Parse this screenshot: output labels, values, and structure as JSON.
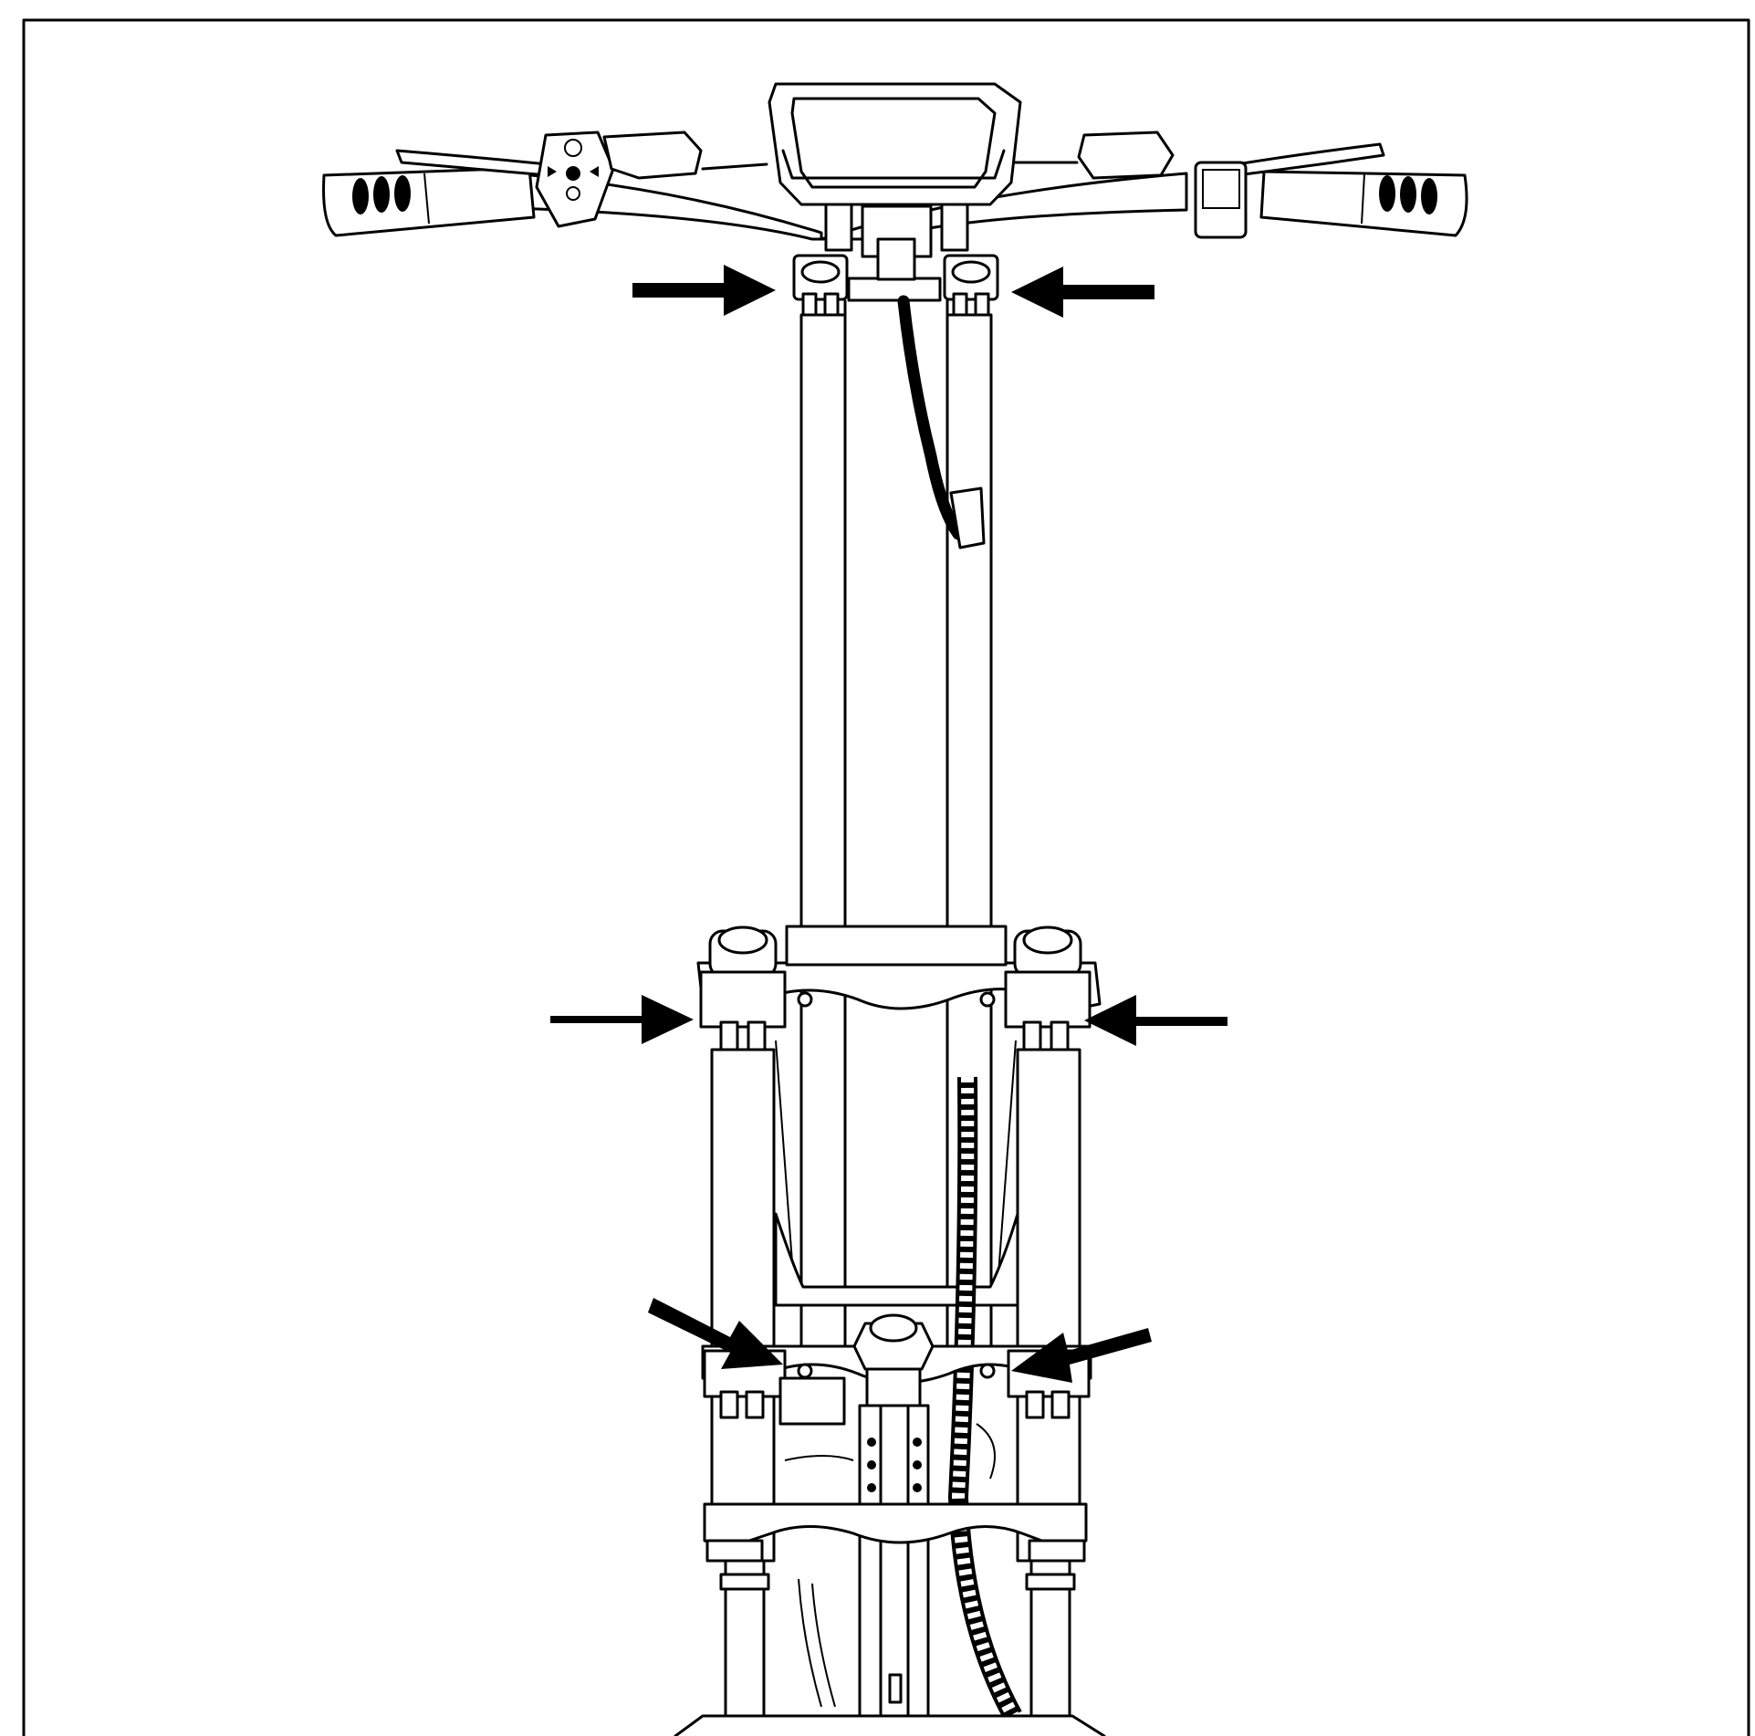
{
  "figure": {
    "border_color": "#000000",
    "background": "#ffffff",
    "line_color": "#000000",
    "callout_arrows": [
      {
        "id": "arrow-top-left",
        "target": "top-clamp-left",
        "direction": "right"
      },
      {
        "id": "arrow-top-right",
        "target": "top-clamp-right",
        "direction": "left"
      },
      {
        "id": "arrow-middle-left",
        "target": "upper-fork-clamp-left",
        "direction": "right"
      },
      {
        "id": "arrow-middle-right",
        "target": "upper-fork-clamp-right",
        "direction": "left"
      },
      {
        "id": "arrow-lower-left",
        "target": "lower-stem-clamp-left",
        "direction": "down-right"
      },
      {
        "id": "arrow-lower-right",
        "target": "lower-stem-clamp-right",
        "direction": "down-left"
      }
    ],
    "icons": [
      "handlebar",
      "display",
      "throttle",
      "brake-lever",
      "folding-stem",
      "fork-clamp",
      "suspension-fork",
      "cable"
    ]
  }
}
